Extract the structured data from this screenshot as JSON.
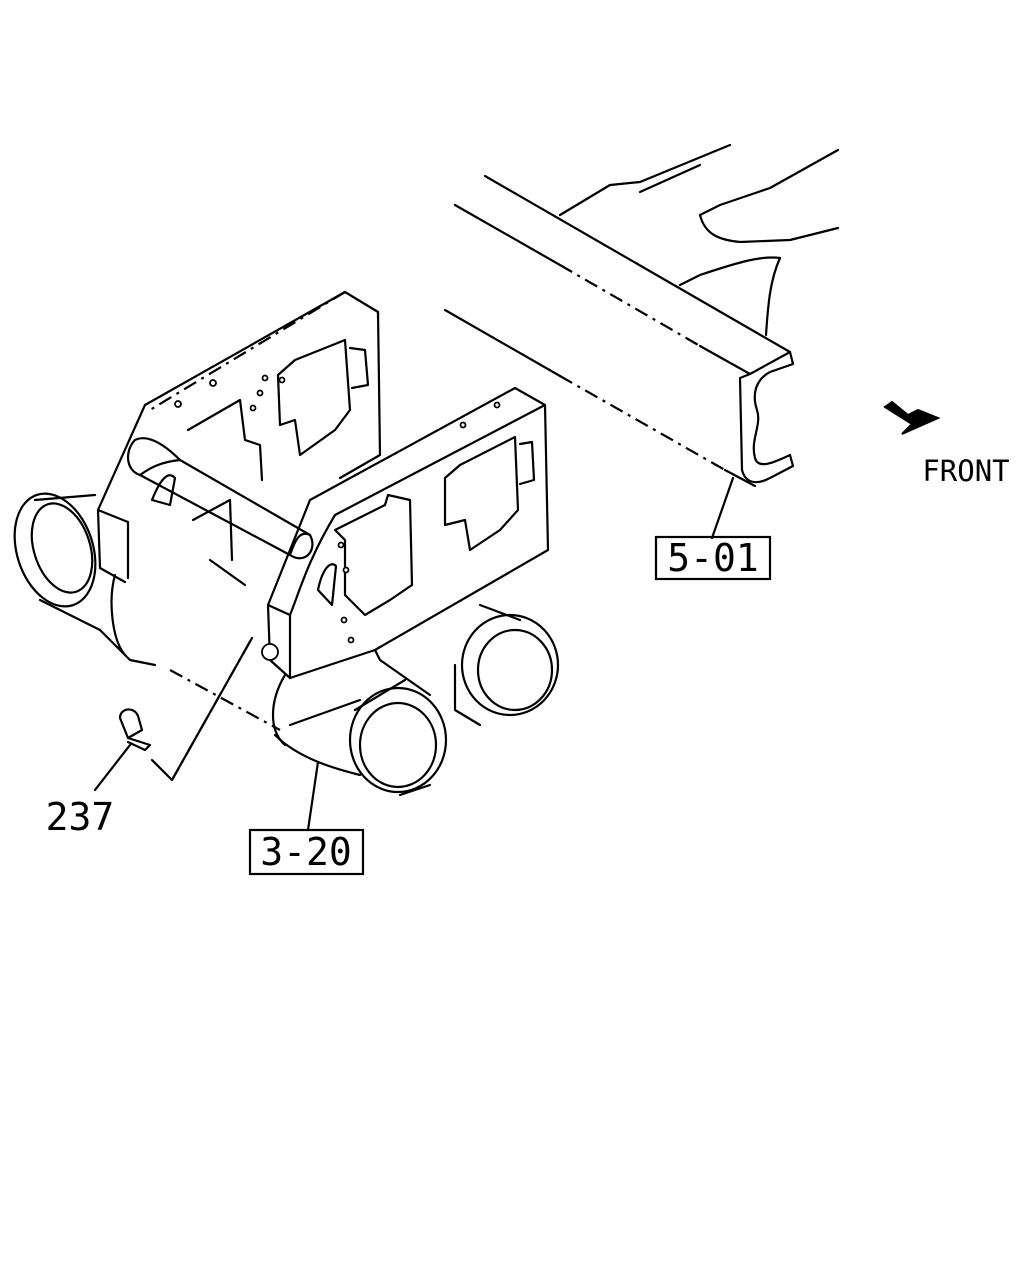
{
  "callouts": {
    "frame_ref": "5-01",
    "bracket_ref": "3-20",
    "part_number": "237"
  },
  "direction": {
    "label": "FRONT",
    "icon": "arrow-icon"
  },
  "colors": {
    "line": "#000000",
    "background": "#ffffff"
  }
}
